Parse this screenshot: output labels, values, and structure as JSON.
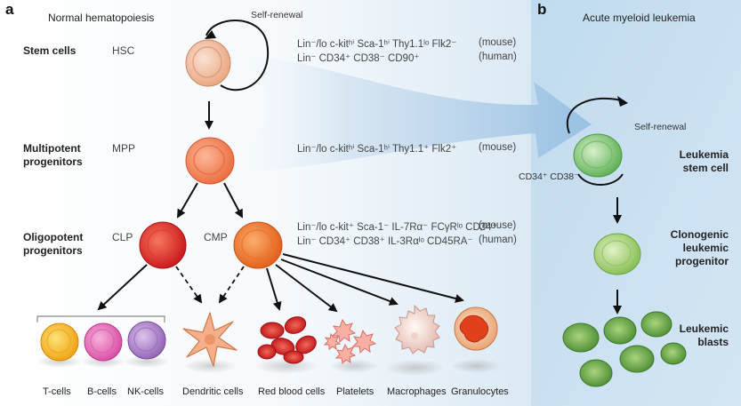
{
  "panel_a": {
    "letter": "a",
    "title": "Normal hematopoiesis",
    "self_renewal": "Self-renewal",
    "stages": [
      {
        "label_line1": "Stem cells",
        "label_line2": "",
        "abbr": "HSC"
      },
      {
        "label_line1": "Multipotent",
        "label_line2": "progenitors",
        "abbr": "MPP"
      },
      {
        "label_line1": "Oligopotent",
        "label_line2": "progenitors",
        "abbr_left": "CLP",
        "abbr_right": "CMP"
      }
    ],
    "markers": {
      "hsc_mouse": "Lin⁻/lo c-kitʰⁱ Sca-1ʰⁱ Thy1.1ˡᵒ Flk2⁻",
      "hsc_human": "Lin⁻ CD34⁺ CD38⁻ CD90⁺",
      "mpp_mouse": "Lin⁻/lo c-kitʰⁱ Sca-1ʰⁱ Thy1.1⁺ Flk2⁺",
      "olig_mouse": "Lin⁻/lo c-kit⁺ Sca-1⁻ IL-7Rα⁻ FCγRˡᵒ CD34⁺",
      "olig_human": "Lin⁻ CD34⁺ CD38⁺ IL-3Rαˡᵒ CD45RA⁻"
    },
    "species": {
      "mouse": "(mouse)",
      "human": "(human)"
    },
    "mature_cells": [
      "T-cells",
      "B-cells",
      "NK-cells",
      "Dendritic cells",
      "Red blood cells",
      "Platelets",
      "Macrophages",
      "Granulocytes"
    ]
  },
  "panel_b": {
    "letter": "b",
    "title": "Acute myeloid leukemia",
    "self_renewal": "Self-renewal",
    "lsc_markers": "CD34⁺ CD38⁻",
    "stages": [
      {
        "line1": "Leukemia",
        "line2": "stem cell"
      },
      {
        "line1": "Clonogenic",
        "line2": "leukemic",
        "line3": "progenitor"
      },
      {
        "line1": "Leukemic",
        "line2": "blasts"
      }
    ]
  },
  "colors": {
    "hsc": "#f2b896",
    "mpp": "#f58a5a",
    "clp": "#e8302a",
    "cmp": "#f0782a",
    "t_cell": "#f5b820",
    "b_cell": "#e868b8",
    "nk_cell": "#b080c8",
    "dendritic": "#f2a878",
    "rbc": "#d8282a",
    "platelet": "#f7a098",
    "macrophage": "#f3d2c8",
    "granulocyte": "#e86a3a",
    "leukemia": "#8ccc7c",
    "blast": "#6aa850",
    "panel_b_bg": "#c6dff0",
    "arrow": "#111111"
  }
}
